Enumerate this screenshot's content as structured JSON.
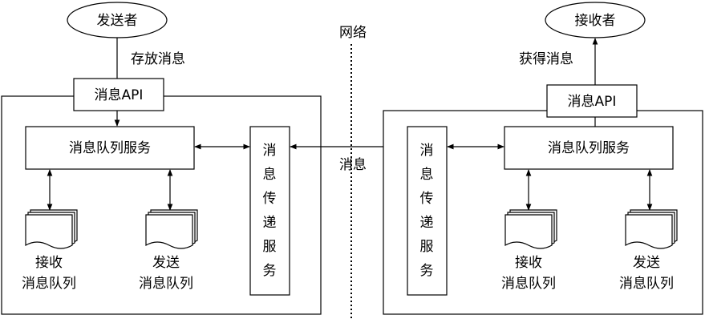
{
  "network_label": "网络",
  "message_label": "消息",
  "left": {
    "actor": "发送者",
    "action": "存放消息",
    "api": "消息API",
    "queue_service": "消息队列服务",
    "transfer_service": [
      "消",
      "息",
      "传",
      "递",
      "服",
      "务"
    ],
    "queues": [
      {
        "line1": "接收",
        "line2": "消息队列"
      },
      {
        "line1": "发送",
        "line2": "消息队列"
      }
    ]
  },
  "right": {
    "actor": "接收者",
    "action": "获得消息",
    "api": "消息API",
    "queue_service": "消息队列服务",
    "transfer_service": [
      "消",
      "息",
      "传",
      "递",
      "服",
      "务"
    ],
    "queues": [
      {
        "line1": "接收",
        "line2": "消息队列"
      },
      {
        "line1": "发送",
        "line2": "消息队列"
      }
    ]
  }
}
